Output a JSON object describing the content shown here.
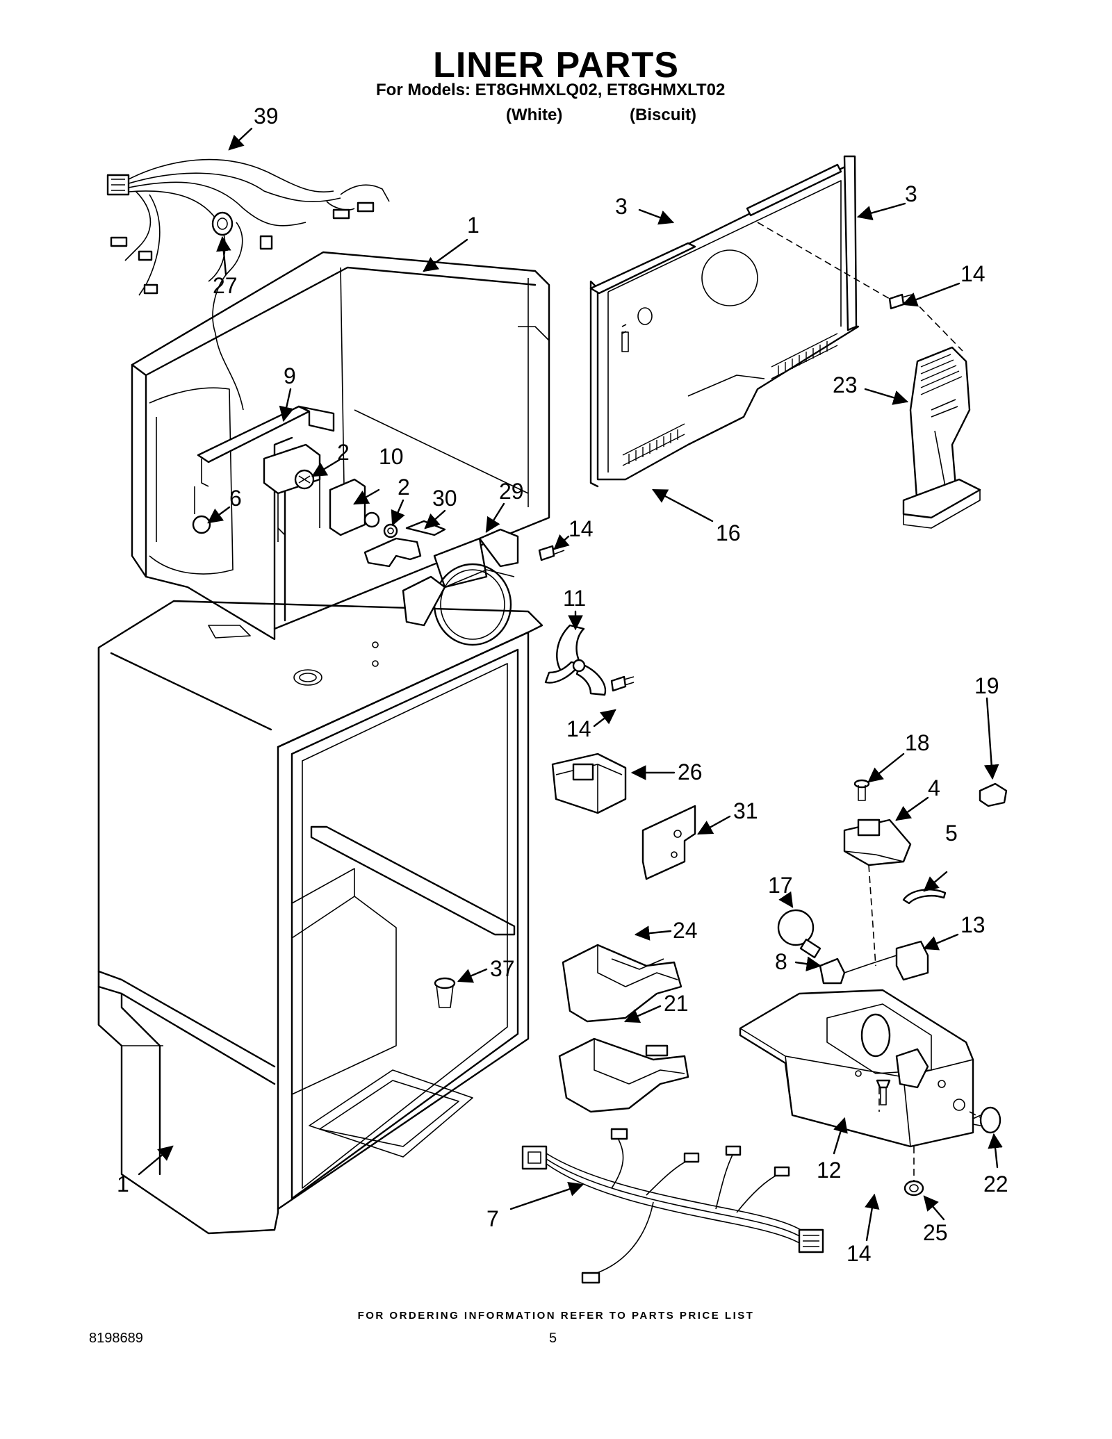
{
  "title": "LINER PARTS",
  "models_line": "For Models: ET8GHMXLQ02, ET8GHMXLT02",
  "variants": [
    "(White)",
    "(Biscuit)"
  ],
  "footer_note": "FOR ORDERING INFORMATION REFER TO PARTS PRICE LIST",
  "doc_number": "8198689",
  "page_number": "5",
  "callouts": [
    "39",
    "27",
    "1",
    "9",
    "2",
    "10",
    "2",
    "6",
    "30",
    "29",
    "14",
    "3",
    "3",
    "14",
    "23",
    "16",
    "11",
    "14",
    "19",
    "18",
    "26",
    "4",
    "31",
    "5",
    "17",
    "13",
    "24",
    "8",
    "37",
    "21",
    "12",
    "22",
    "1",
    "7",
    "14",
    "25"
  ]
}
